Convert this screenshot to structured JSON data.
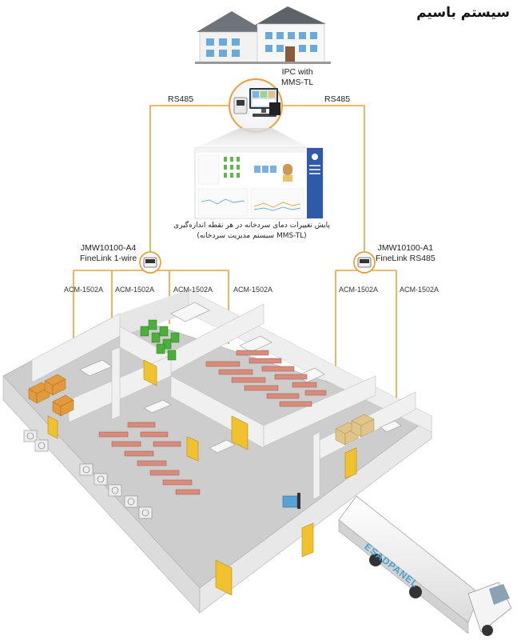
{
  "title": "سیستم باسیم",
  "labels": {
    "ipc_line1": "IPC with",
    "ipc_line2": "MMS-TL",
    "rs485_left": "RS485",
    "rs485_right": "RS485",
    "caption_line1": "پایش تغییرات دمای سردخانه در هر نقطه اندازه‌گیری",
    "caption_line2": "(MMS-TL سیستم مدیریت سردخانه)",
    "ctrl_left_line1": "JMW10100-A4",
    "ctrl_left_line2": "FineLink 1-wire",
    "ctrl_right_line1": "JMW10100-A1",
    "ctrl_right_line2": "FineLink RS485",
    "acm": [
      "ACM-1502A",
      "ACM-1502A",
      "ACM-1502A",
      "ACM-1502A",
      "ACM-1502A",
      "ACM-1502A"
    ],
    "truck_brand": "ESADPANEL"
  },
  "colors": {
    "wire": "#e8a33a",
    "wall": "#e4e4e4",
    "wall_dark": "#bdbdbd",
    "floor": "#c9c9c9",
    "door": "#f2c12e",
    "green_crates": "#4caf3a",
    "pink_crates": "#d98b7c",
    "orange_boxes": "#e39a3c",
    "tan_boxes": "#e0c58a",
    "truck_blue": "#6fb0d8"
  }
}
